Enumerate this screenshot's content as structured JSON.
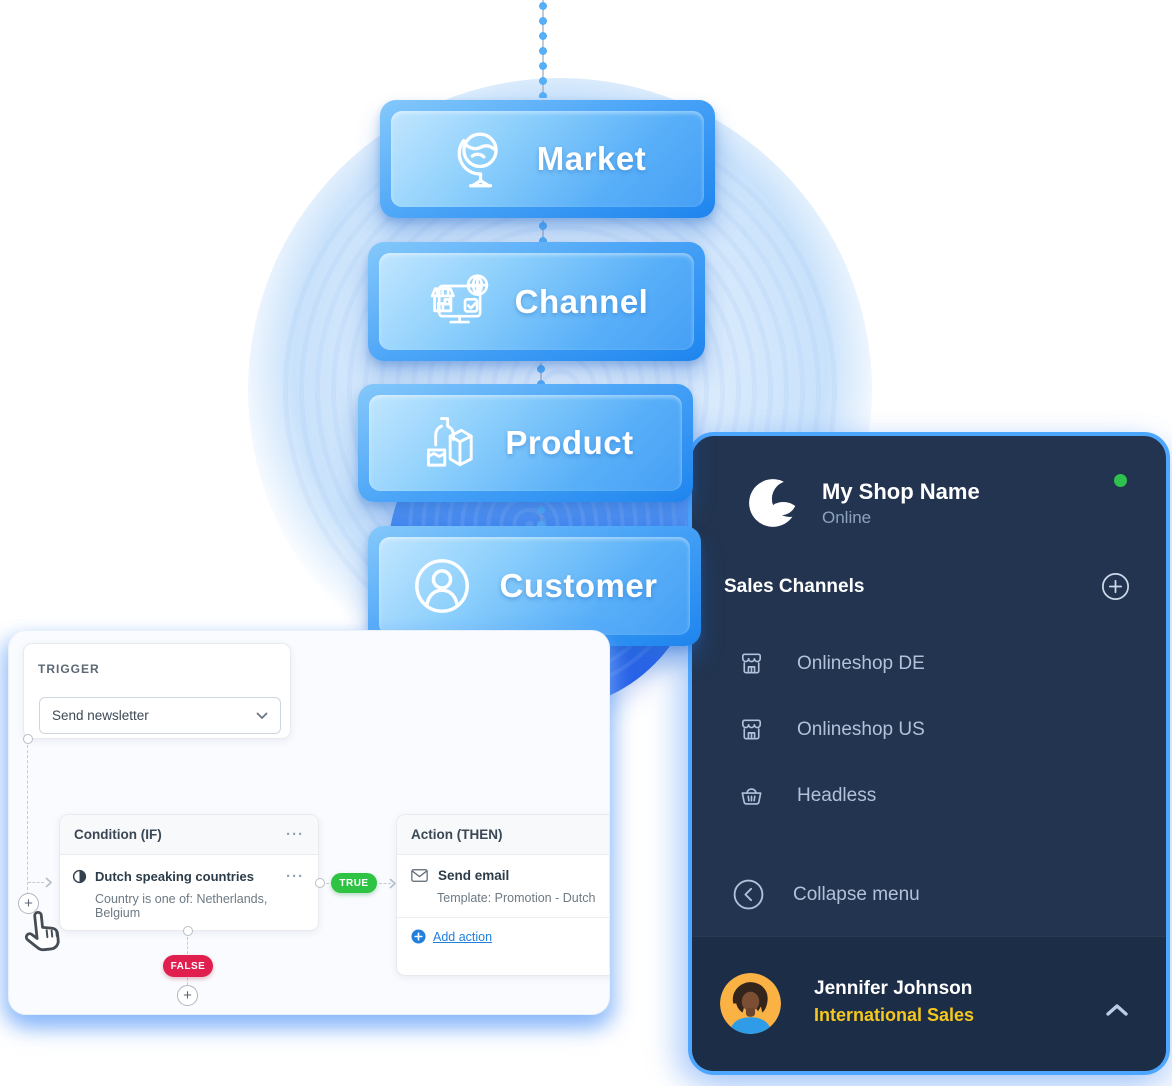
{
  "stack": {
    "buttons": [
      {
        "label": "Market",
        "icon": "globe-stand-icon"
      },
      {
        "label": "Channel",
        "icon": "omnichannel-icon"
      },
      {
        "label": "Product",
        "icon": "groceries-icon"
      },
      {
        "label": "Customer",
        "icon": "person-circle-icon"
      }
    ]
  },
  "shop_panel": {
    "name": "My Shop Name",
    "status": "Online",
    "status_color": "#2fc14e",
    "section_title": "Sales Channels",
    "channels": [
      {
        "label": "Onlineshop DE",
        "icon": "storefront-icon"
      },
      {
        "label": "Onlineshop US",
        "icon": "storefront-icon"
      },
      {
        "label": "Headless",
        "icon": "basket-icon"
      }
    ],
    "collapse_label": "Collapse menu",
    "user": {
      "name": "Jennifer Johnson",
      "role": "International Sales",
      "role_color": "#f5c61e"
    },
    "colors": {
      "panel_bg": "#22344f",
      "footer_bg": "#1c2d47",
      "border": "#4da6ff"
    }
  },
  "flow": {
    "trigger": {
      "label": "TRIGGER",
      "value": "Send newsletter"
    },
    "condition": {
      "title": "Condition (IF)",
      "menu": "···",
      "name": "Dutch speaking countries",
      "detail": "Country is one of: Netherlands, Belgium"
    },
    "action": {
      "title": "Action (THEN)",
      "name": "Send email",
      "detail": "Template: Promotion - Dutch",
      "add_label": "Add action"
    },
    "badges": {
      "true": "TRUE",
      "false": "FALSE",
      "true_color": "#2fc344",
      "false_color": "#e01f4f"
    }
  }
}
